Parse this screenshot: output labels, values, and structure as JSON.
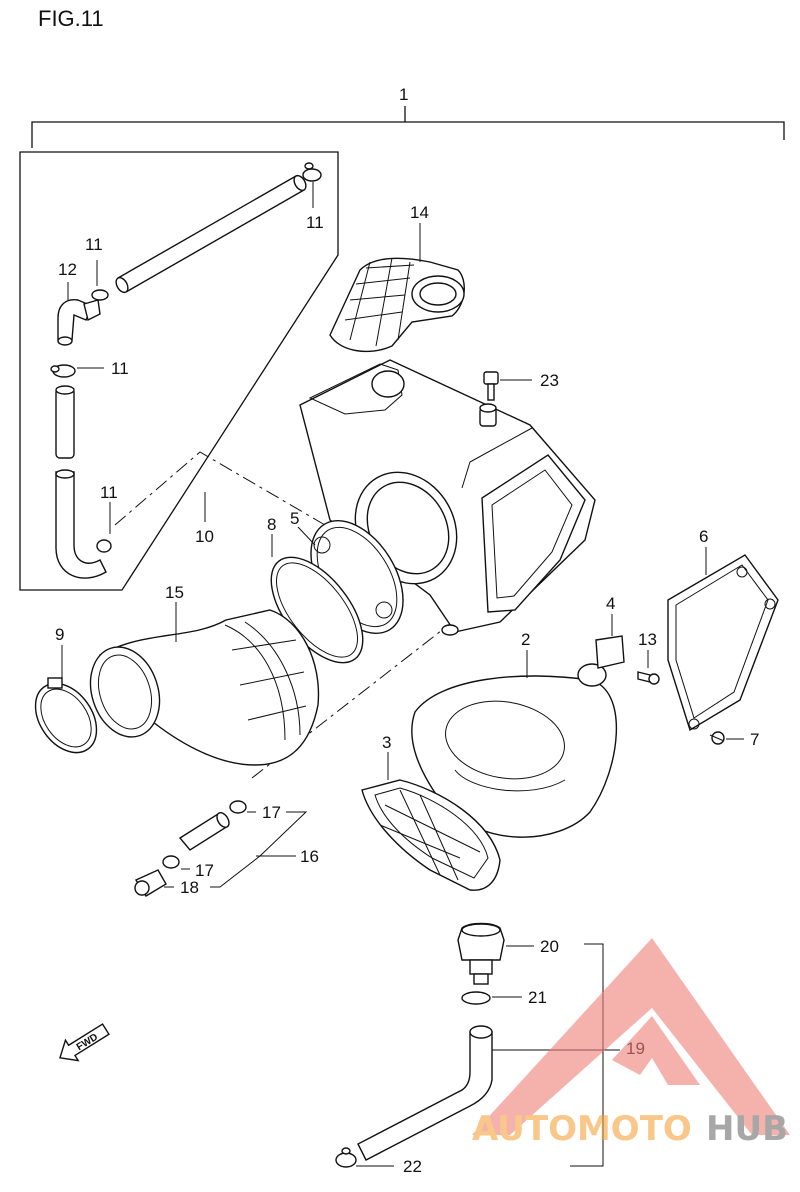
{
  "figure": {
    "title": "FIG.11"
  },
  "callouts": {
    "c1": "1",
    "c2": "2",
    "c3": "3",
    "c4": "4",
    "c5": "5",
    "c6": "6",
    "c7": "7",
    "c8": "8",
    "c9": "9",
    "c10": "10",
    "c11a": "11",
    "c11b": "11",
    "c11c": "11",
    "c11d": "11",
    "c12": "12",
    "c13": "13",
    "c14": "14",
    "c15": "15",
    "c16": "16",
    "c17a": "17",
    "c17b": "17",
    "c18": "18",
    "c19": "19",
    "c20": "20",
    "c21": "21",
    "c22": "22",
    "c23": "23"
  },
  "fwd_label": "FWD",
  "watermark": {
    "text_a": "AUTOMOTO",
    "text_b": "HUB",
    "color_a": "#f4a23b",
    "color_b": "#6d6e70",
    "triangle_color": "#f08078"
  }
}
